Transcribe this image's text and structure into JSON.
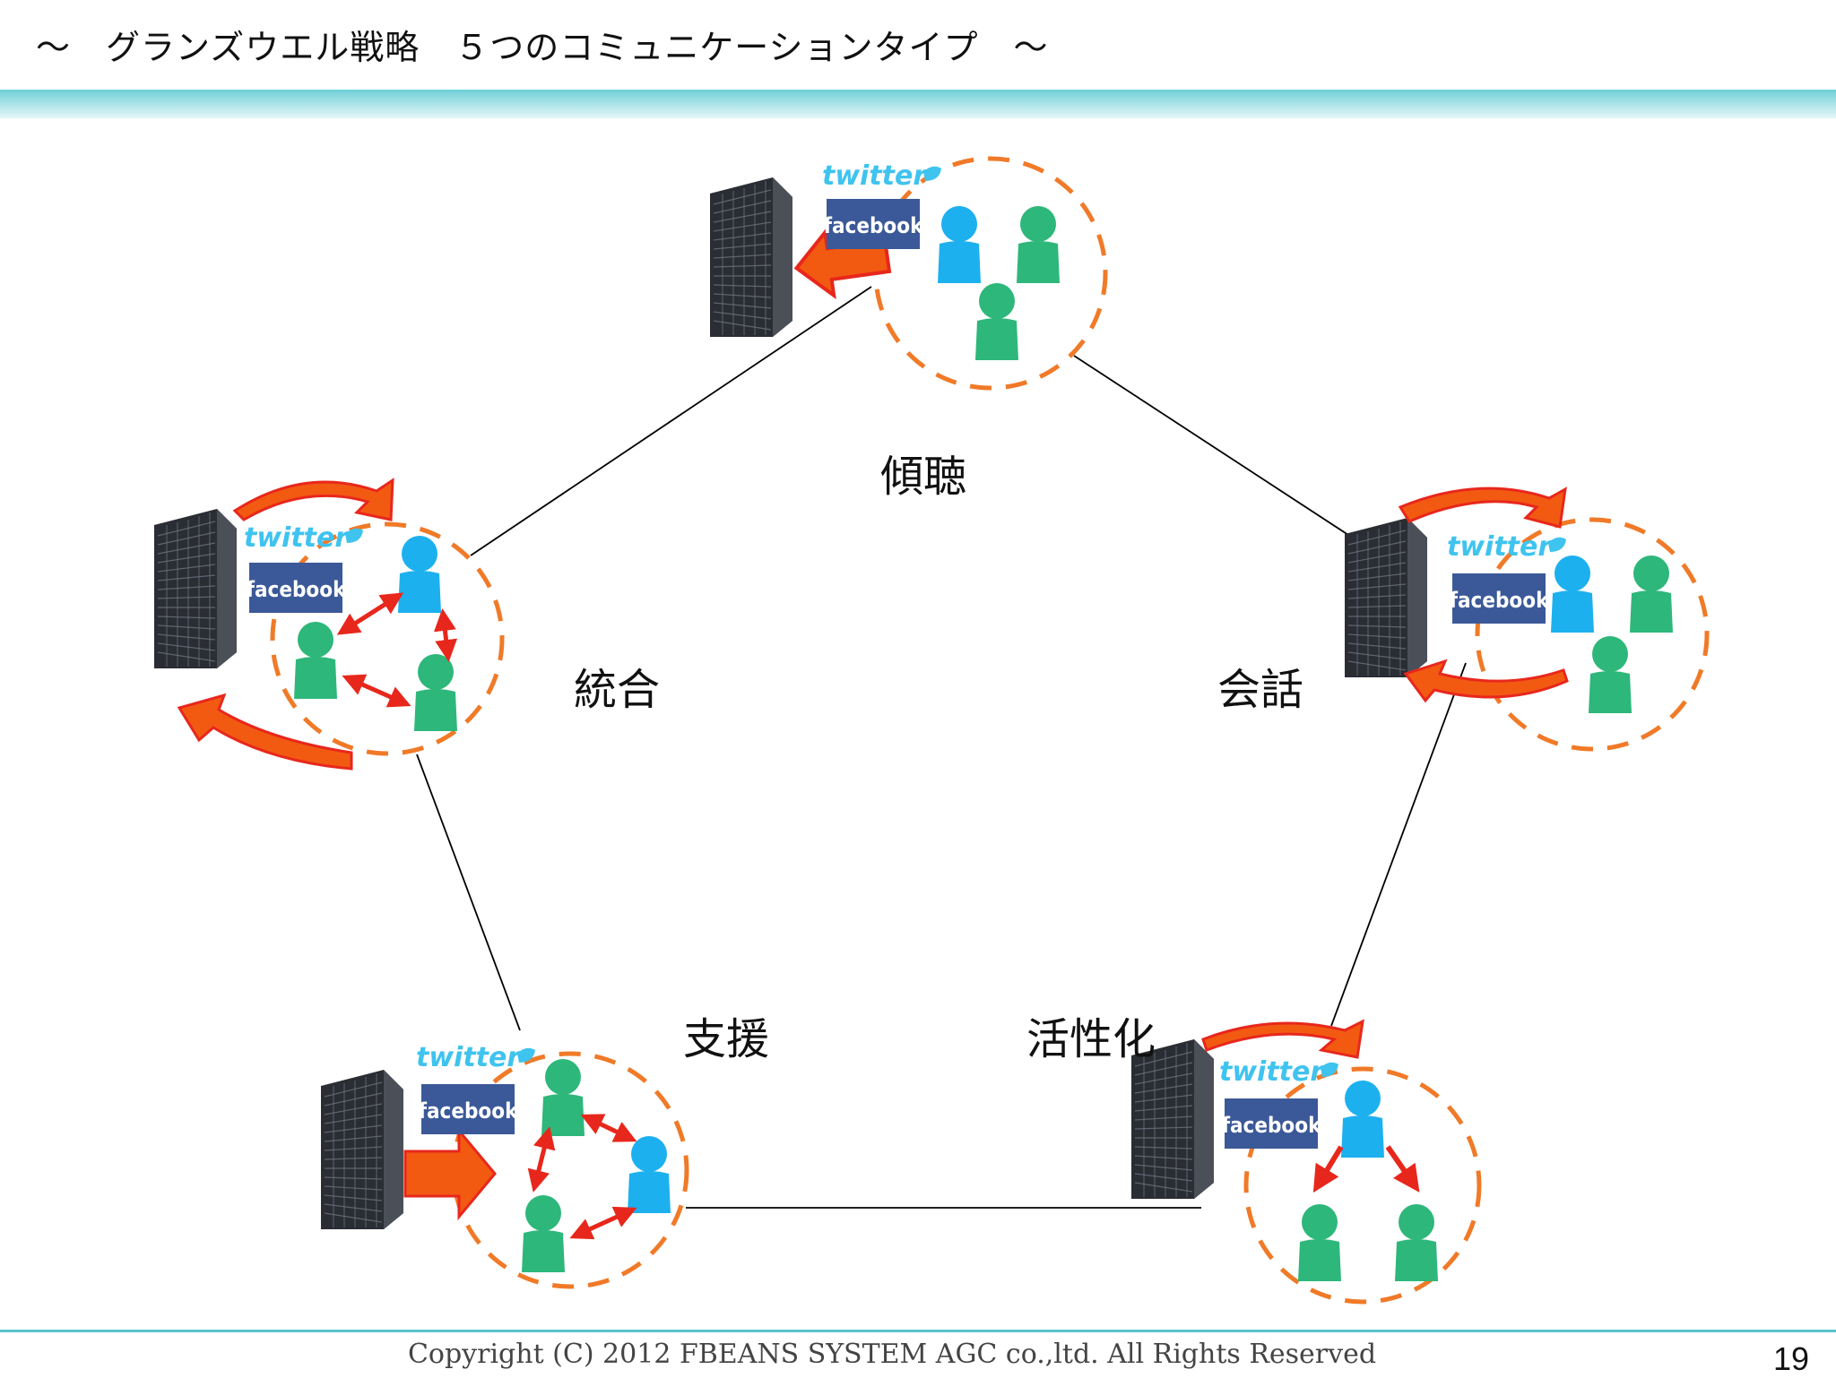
{
  "header": {
    "title": "～　グランズウエル戦略　５つのコミュニケーションタイプ　～"
  },
  "labels": {
    "listening": "傾聴",
    "talking": "会話",
    "energizing": "活性化",
    "supporting": "支援",
    "embracing": "統合"
  },
  "badges": {
    "twitter": "twitter",
    "facebook": "facebook"
  },
  "footer": {
    "copyright": "Copyright (C) 2012 FBEANS SYSTEM AGC co.,ltd. All Rights Reserved",
    "page": "19"
  },
  "colors": {
    "accent_bar": "#6fcfd6",
    "dashed_circle": "#f07a28",
    "arrow_fill": "#f25a12",
    "arrow_border": "#e8271c",
    "person_blue": "#1db0ef",
    "person_green": "#2eb77a",
    "facebook_bg": "#3b5998",
    "twitter_blue": "#33ccff"
  }
}
